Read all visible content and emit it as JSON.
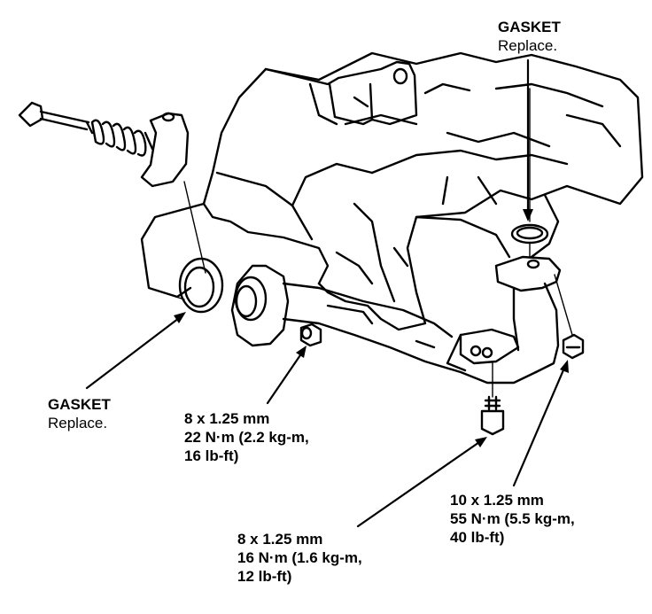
{
  "labels": {
    "gasket_top": {
      "title": "GASKET",
      "note": "Replace."
    },
    "gasket_left": {
      "title": "GASKET",
      "note": "Replace."
    },
    "spec_flange_bolt": {
      "line1": "8 x 1.25 mm",
      "line2": "22 N·m (2.2 kg-m,",
      "line3": "16 lb-ft)"
    },
    "spec_bracket_bolt": {
      "line1": "8 x 1.25 mm",
      "line2": "16 N·m (1.6 kg-m,",
      "line3": "12 lb-ft)"
    },
    "spec_nut": {
      "line1": "10 x 1.25 mm",
      "line2": "55 N·m (5.5 kg-m,",
      "line3": "40 lb-ft)"
    }
  }
}
